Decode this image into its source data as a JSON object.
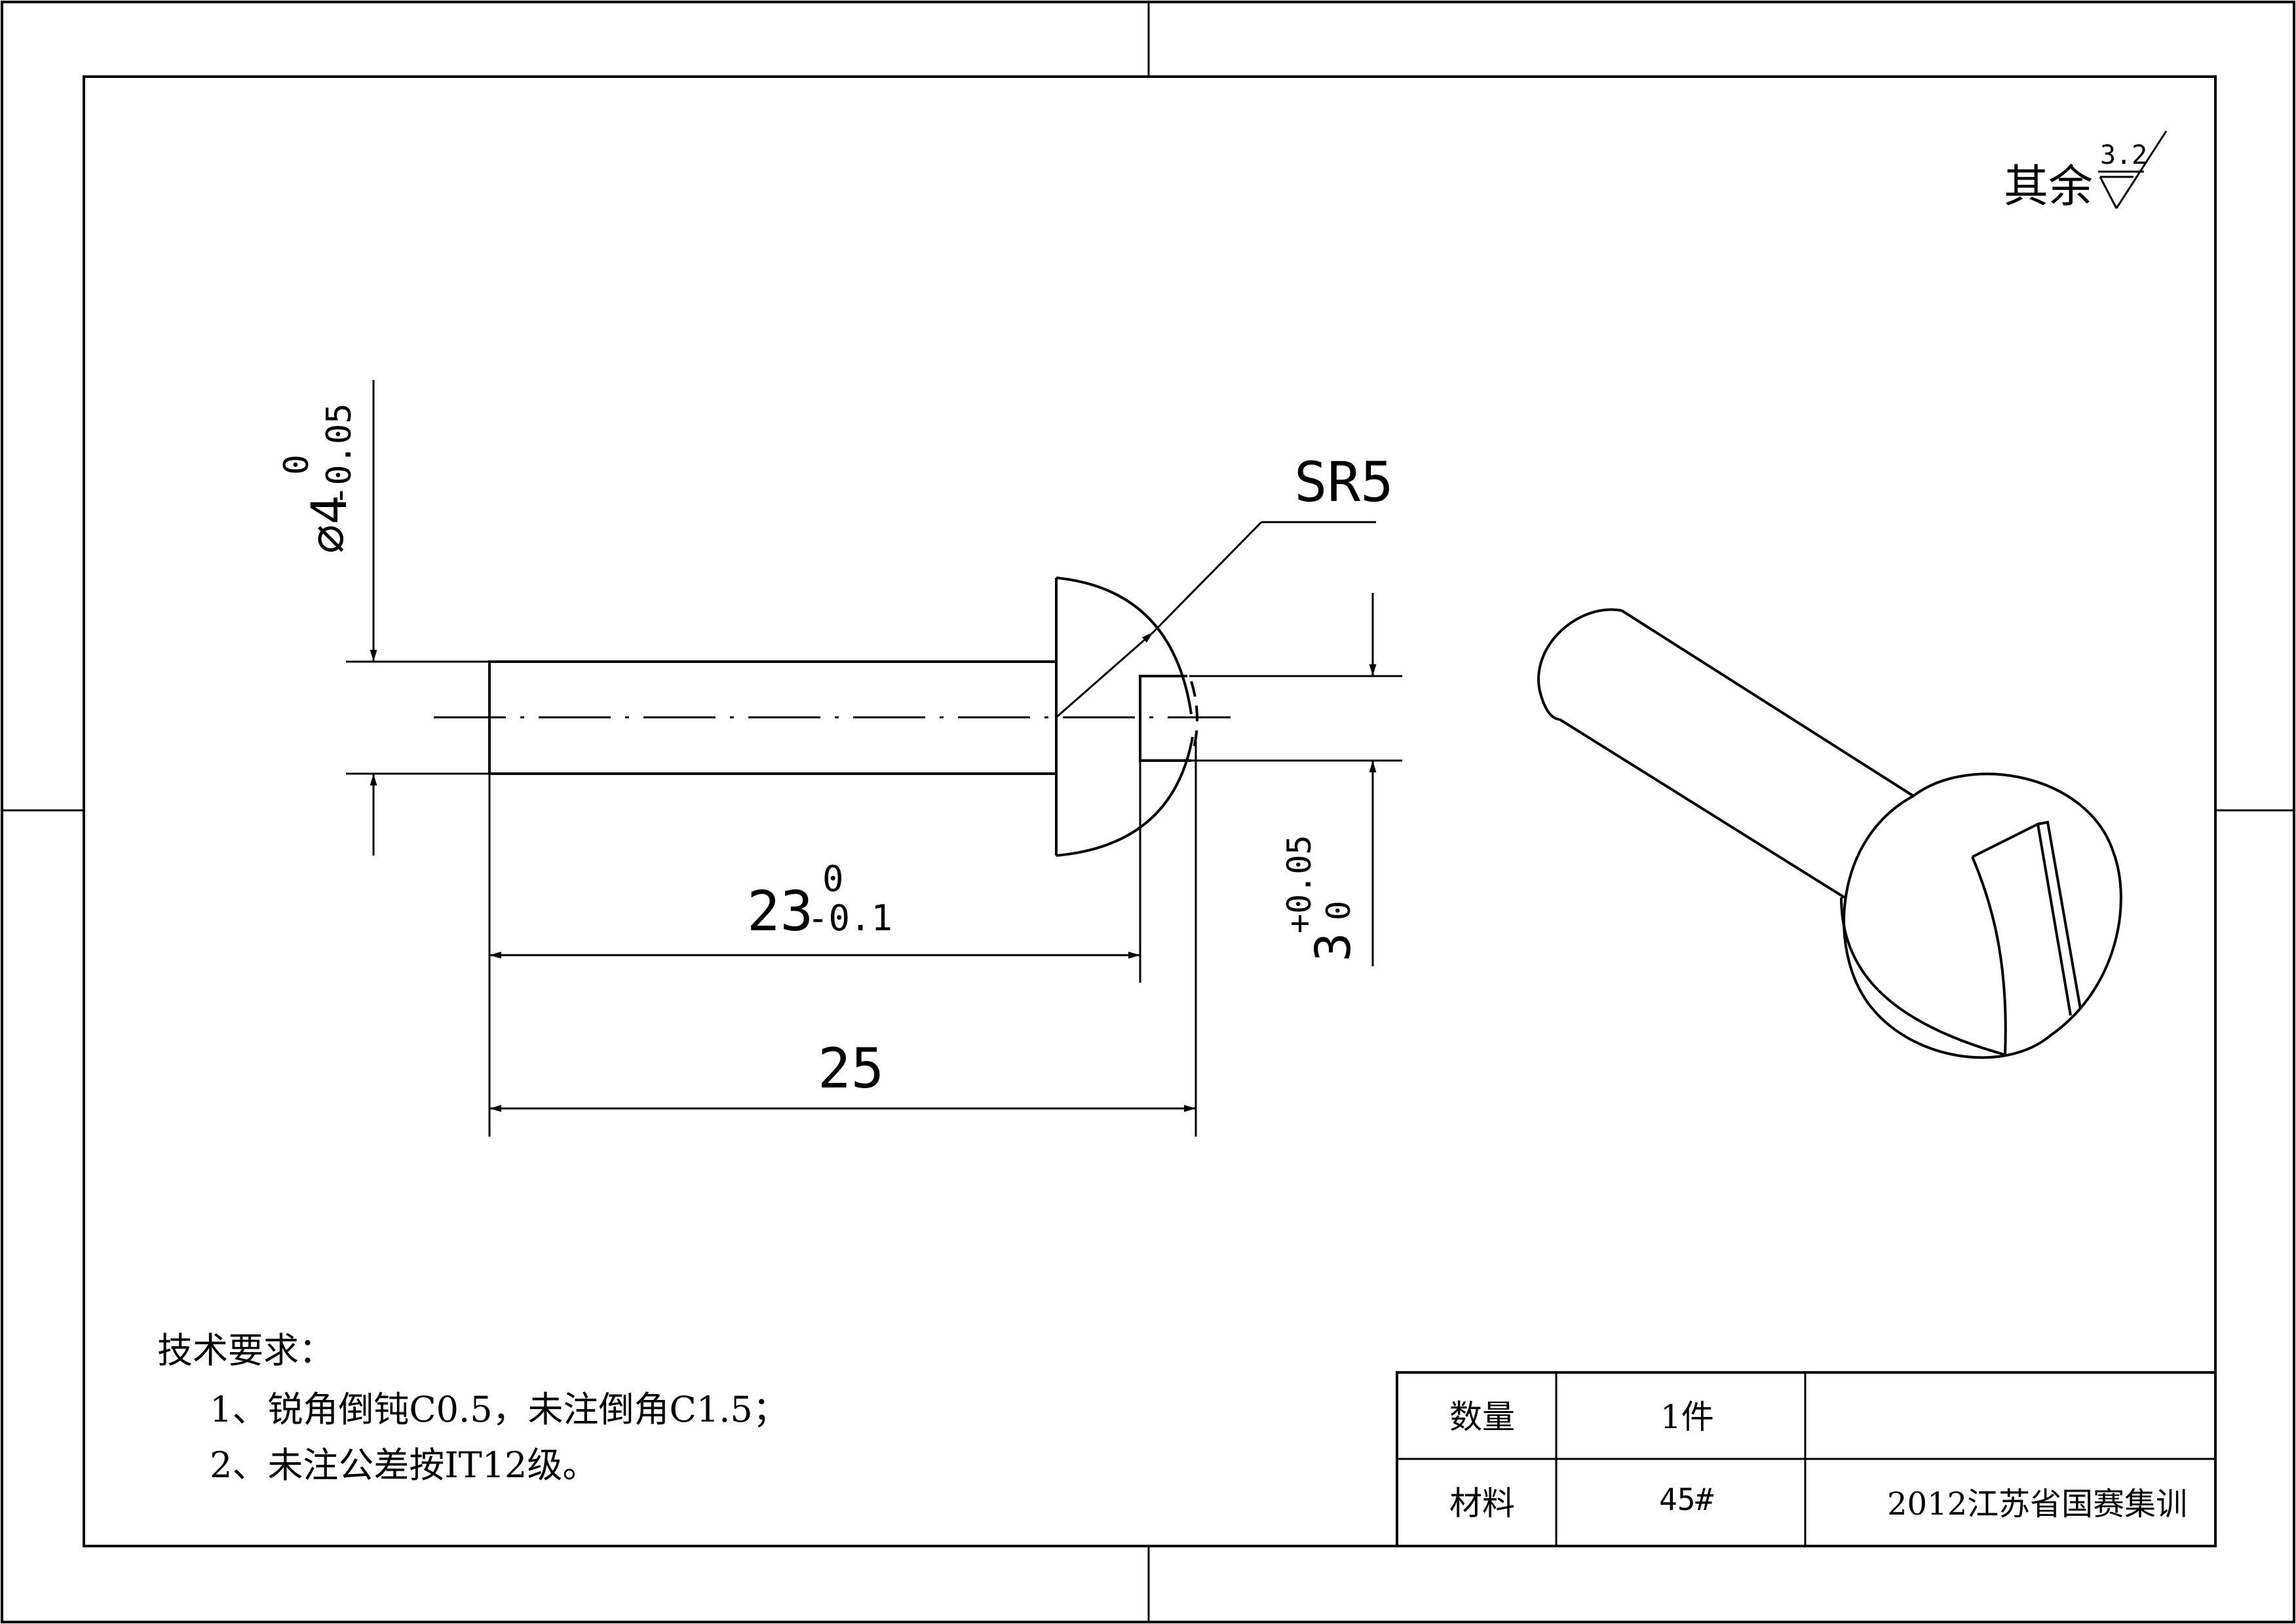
{
  "surface_finish": {
    "label": "其余",
    "value": "3.2"
  },
  "dimensions": {
    "diameter_main": "⌀4",
    "diameter_tol_upper": "0",
    "diameter_tol_lower": "-0.05",
    "radius": "SR5",
    "length_23_main": "23",
    "length_23_tol_upper": "0",
    "length_23_tol_lower": "-0.1",
    "length_total": "25",
    "slot_main": "3",
    "slot_tol_upper": "+0.05",
    "slot_tol_lower": "0"
  },
  "tech_requirements": {
    "title": "技术要求：",
    "items": [
      "1、锐角倒钝C0.5，未注倒角C1.5；",
      "2、未注公差按IT12级。"
    ]
  },
  "title_block": {
    "qty_label": "数量",
    "qty_value": "1件",
    "material_label": "材料",
    "material_value": "45#",
    "project": "2012江苏省国赛集训"
  }
}
